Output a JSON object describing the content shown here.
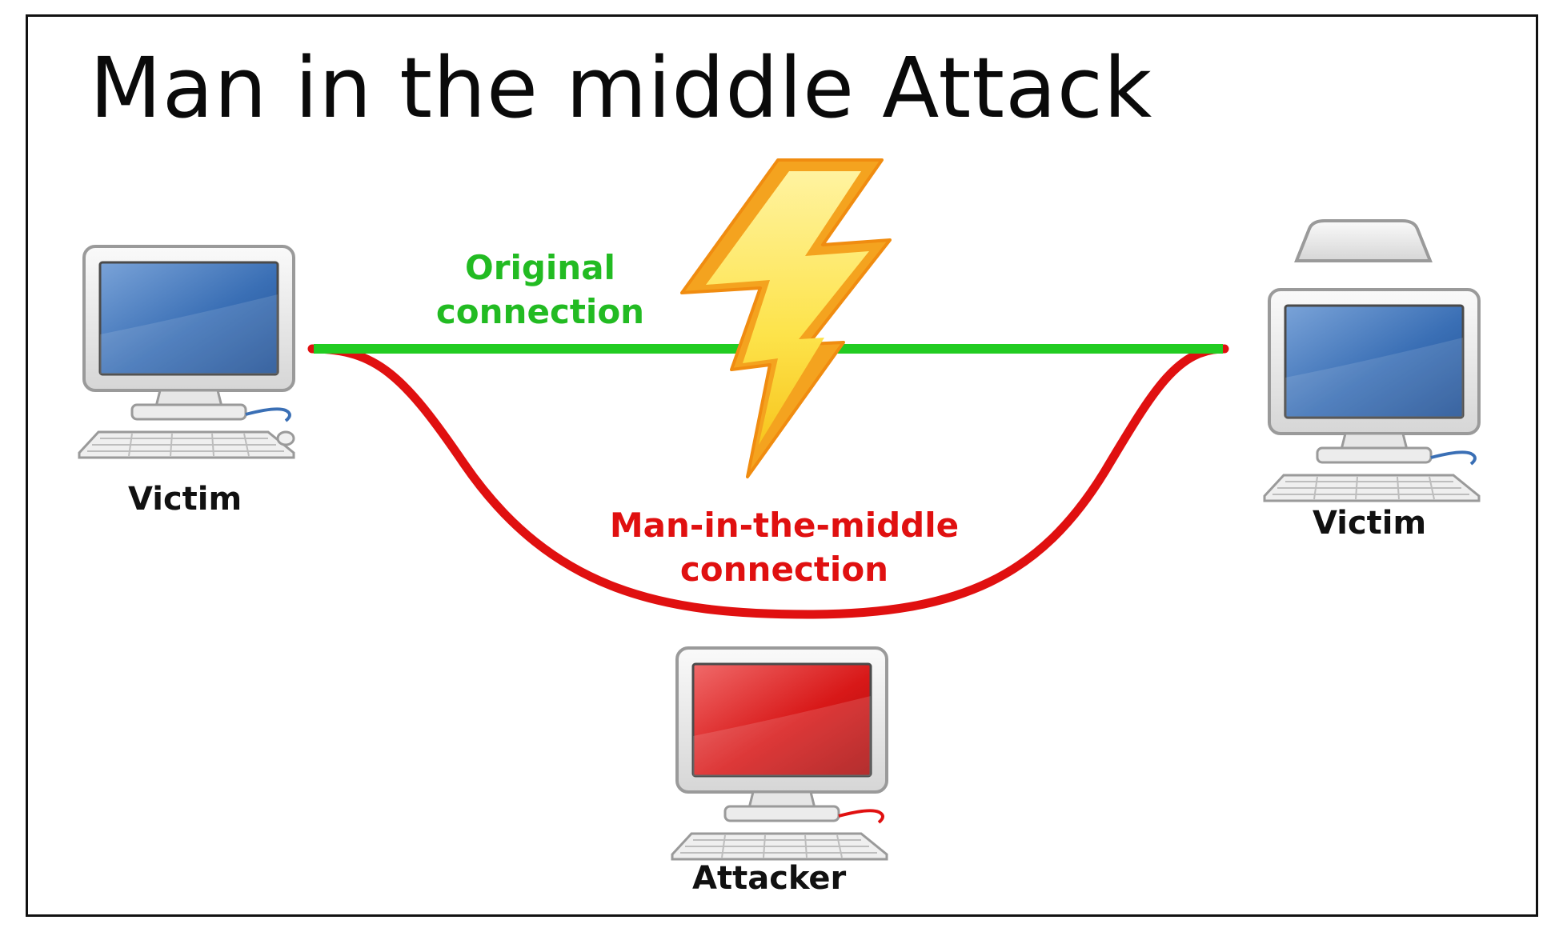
{
  "title": "Man in the middle Attack",
  "labels": {
    "victim_left": "Victim",
    "victim_right": "Victim",
    "attacker": "Attacker",
    "original_connection": [
      "Original",
      "connection"
    ],
    "mitm_connection": [
      "Man-in-the-middle",
      "connection"
    ]
  },
  "colors": {
    "original_connection": "#22cc22",
    "mitm_connection": "#e01010",
    "victim_screen": "#3a6fb5",
    "attacker_screen": "#d81818",
    "lightning_outer": "#f4a31f",
    "lightning_inner": "#fde34a"
  },
  "icons": {
    "victim_left": "desktop-computer-icon",
    "victim_right": "desktop-computer-icon",
    "attacker": "desktop-computer-icon",
    "bolt": "lightning-bolt-icon"
  }
}
